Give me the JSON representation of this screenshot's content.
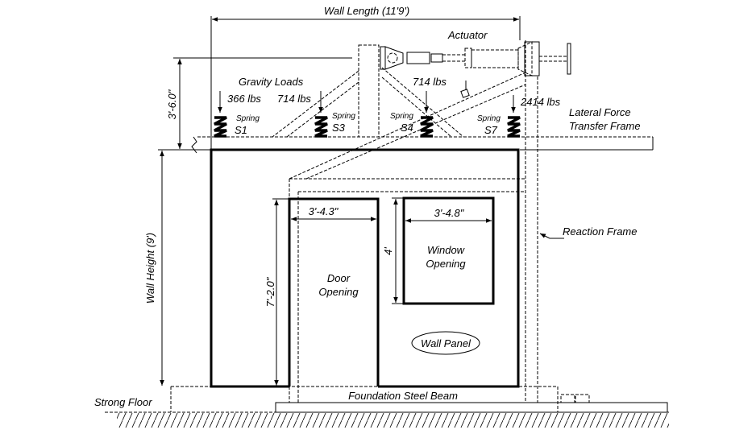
{
  "labels": {
    "wall_length": "Wall Length (11'9')",
    "actuator": "Actuator",
    "gravity_loads": "Gravity Loads",
    "lateral_force_1": "Lateral Force",
    "lateral_force_2": "Transfer Frame",
    "reaction_frame": "Reaction Frame",
    "door_1": "Door",
    "door_2": "Opening",
    "window_1": "Window",
    "window_2": "Opening",
    "wall_panel": "Wall Panel",
    "strong_floor": "Strong Floor",
    "foundation": "Foundation Steel Beam"
  },
  "dimensions": {
    "top_height": "3'-6.0\"",
    "wall_height": "Wall Height (9')",
    "door_height": "7'-2.0\"",
    "door_width": "3'-4.3\"",
    "window_width": "3'-4.8\"",
    "window_height": "4'"
  },
  "springs": [
    {
      "word": "Spring",
      "id": "S1",
      "load": "366 lbs"
    },
    {
      "word": "Spring",
      "id": "S3",
      "load": "714 lbs"
    },
    {
      "word": "Spring",
      "id": "S4",
      "load": "714 lbs"
    },
    {
      "word": "Spring",
      "id": "S7",
      "load": "2414 lbs"
    }
  ]
}
